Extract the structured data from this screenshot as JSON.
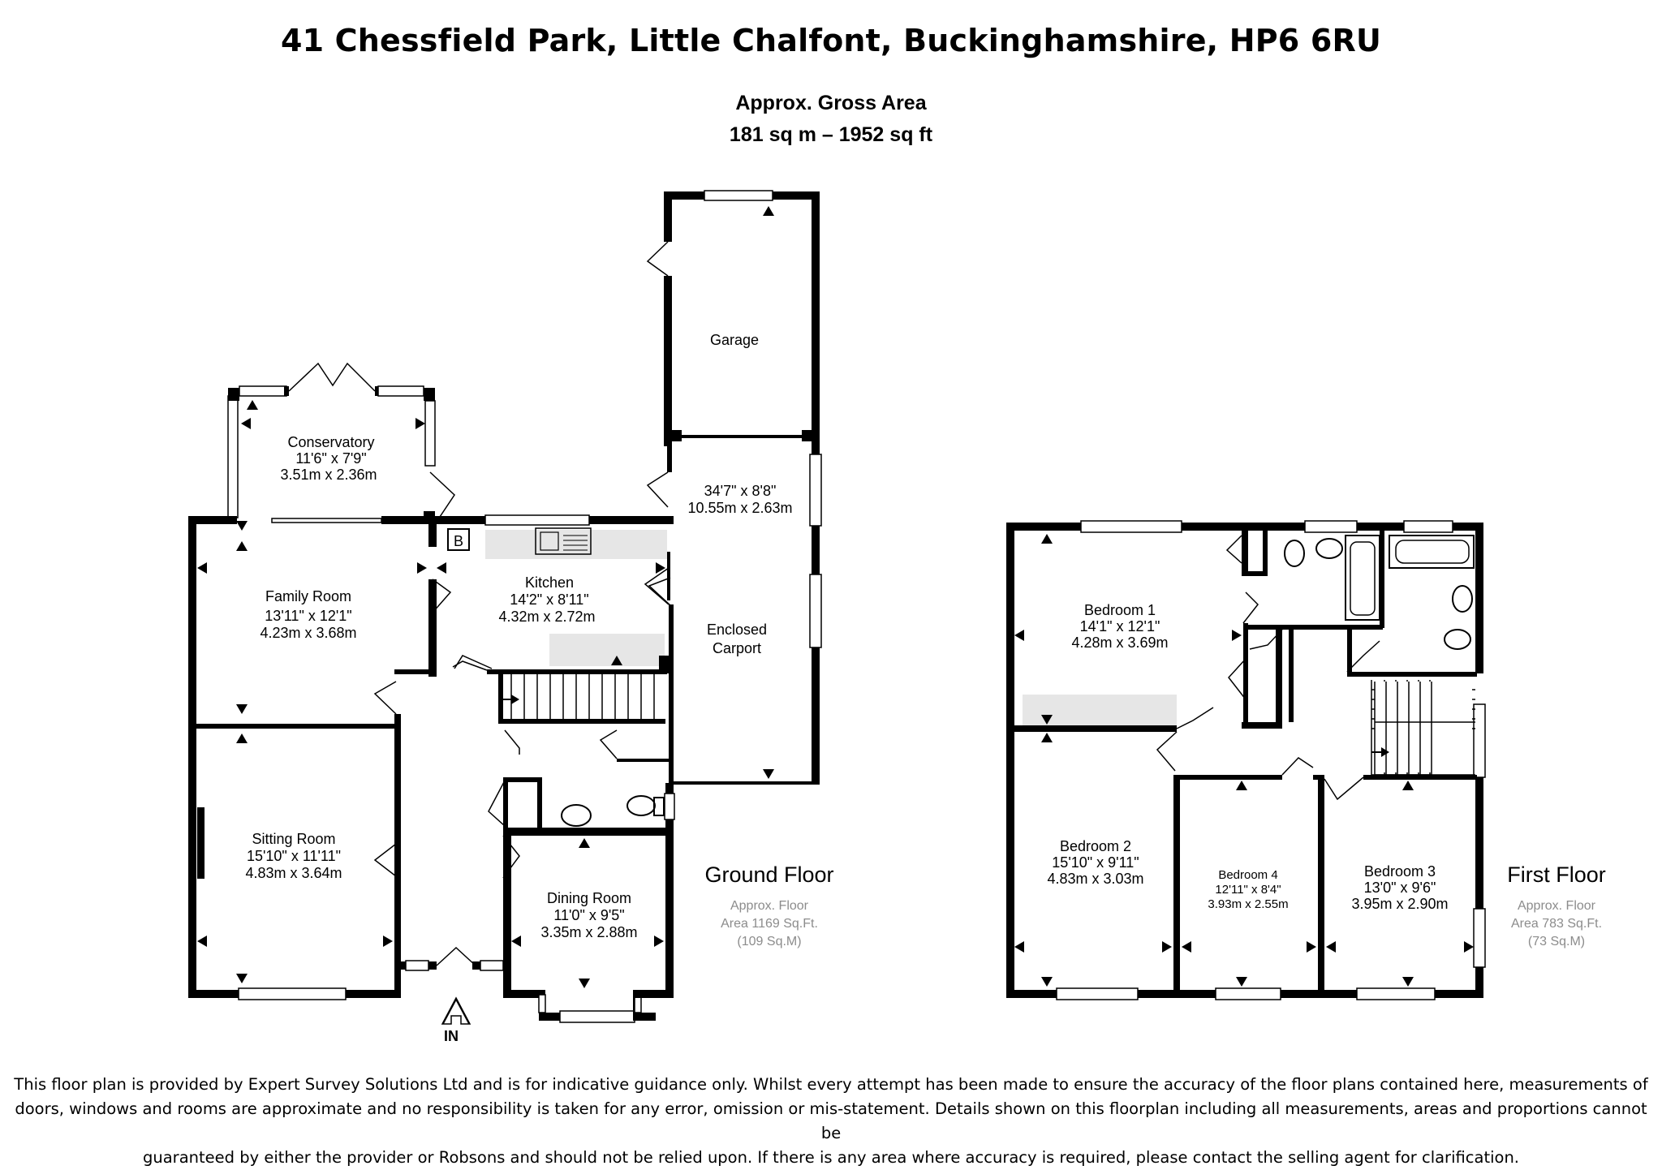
{
  "header": {
    "title": "41 Chessfield Park, Little Chalfont, Buckinghamshire, HP6 6RU",
    "area_label": "Approx. Gross Area",
    "area_value": "181 sq m – 1952 sq ft"
  },
  "ground_floor": {
    "label": "Ground Floor",
    "area_line1": "Approx. Floor",
    "area_line2": "Area 1169 Sq.Ft.",
    "area_line3": "(109 Sq.M)",
    "entrance_label": "IN",
    "boiler_label": "B",
    "rooms": {
      "garage": {
        "name": "Garage"
      },
      "carport": {
        "dim_imperial": "34'7\"  x 8'8\"",
        "dim_metric": "10.55m  x 2.63m",
        "name_line1": "Enclosed",
        "name_line2": "Carport"
      },
      "conservatory": {
        "name": "Conservatory",
        "dim_imperial": "11'6\"  x 7'9\"",
        "dim_metric": "3.51m  x 2.36m"
      },
      "family_room": {
        "name": "Family Room",
        "dim_imperial": "13'11\"  x 12'1\"",
        "dim_metric": "4.23m  x 3.68m"
      },
      "kitchen": {
        "name": "Kitchen",
        "dim_imperial": "14'2\"  x 8'11\"",
        "dim_metric": "4.32m  x 2.72m"
      },
      "sitting_room": {
        "name": "Sitting Room",
        "dim_imperial": "15'10\"  x 11'11\"",
        "dim_metric": "4.83m  x 3.64m"
      },
      "dining_room": {
        "name": "Dining Room",
        "dim_imperial": "11'0\"  x 9'5\"",
        "dim_metric": "3.35m  x 2.88m"
      }
    }
  },
  "first_floor": {
    "label": "First Floor",
    "area_line1": "Approx. Floor",
    "area_line2": "Area 783 Sq.Ft.",
    "area_line3": "(73 Sq.M)",
    "rooms": {
      "bedroom1": {
        "name": "Bedroom 1",
        "dim_imperial": "14'1\"  x 12'1\"",
        "dim_metric": "4.28m  x 3.69m"
      },
      "bedroom2": {
        "name": "Bedroom 2",
        "dim_imperial": "15'10\"  x 9'11\"",
        "dim_metric": "4.83m  x 3.03m"
      },
      "bedroom4": {
        "name": "Bedroom 4",
        "dim_imperial": "12'11\"  x 8'4\"",
        "dim_metric": "3.93m  x 2.55m"
      },
      "bedroom3": {
        "name": "Bedroom 3",
        "dim_imperial": "13'0\"  x 9'6\"",
        "dim_metric": "3.95m  x 2.90m"
      }
    }
  },
  "disclaimer": {
    "line1": "This floor plan is provided by Expert Survey Solutions Ltd and is for indicative guidance only. Whilst every attempt has been made to ensure the accuracy of the floor plans contained here, measurements of",
    "line2": "doors, windows and rooms are approximate and no responsibility is taken for any error, omission or mis-statement. Details shown on this floorplan including all measurements, areas and proportions cannot be",
    "line3": "guaranteed by either the provider or Robsons and should not be relied upon.  If there is any area where accuracy is required, please contact the selling agent for clarification."
  },
  "colors": {
    "wall": "#000000",
    "fitted_unit": "#e6e6e6",
    "window": "#ffffff",
    "area_note": "#8c8c8c"
  }
}
